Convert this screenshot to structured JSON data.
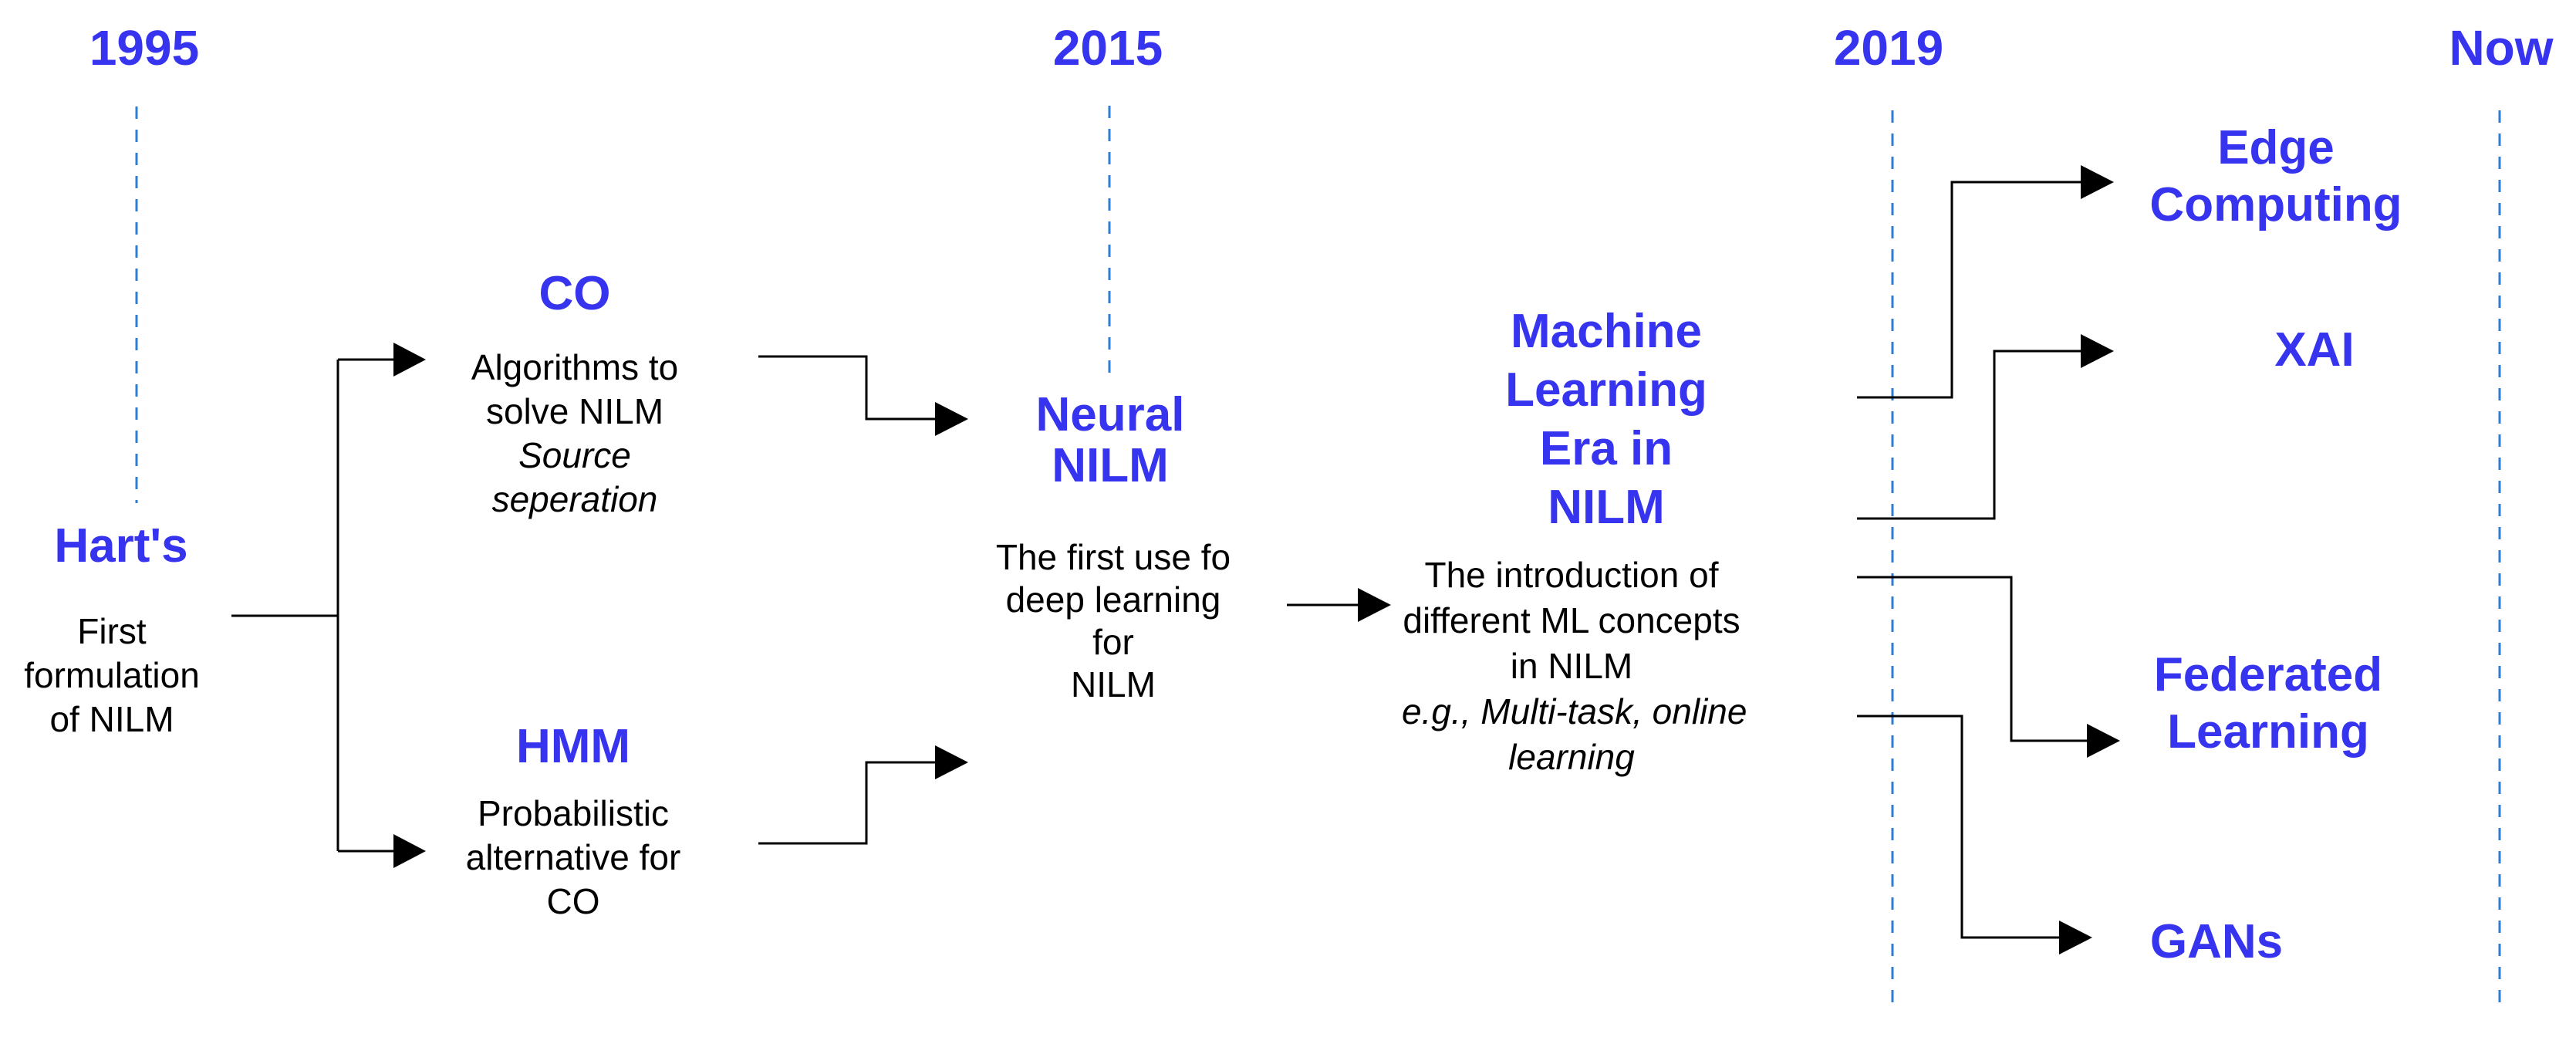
{
  "colors": {
    "accent_blue": "#3634EE",
    "timeline_dash_blue": "#2D7DD2",
    "connector_black": "#000000"
  },
  "timeline": {
    "markers": [
      {
        "label": "1995"
      },
      {
        "label": "2015"
      },
      {
        "label": "2019"
      },
      {
        "label": "Now"
      }
    ]
  },
  "nodes": {
    "hart": {
      "title": "Hart's",
      "desc": [
        "First",
        "formulation",
        "of NILM"
      ]
    },
    "co": {
      "title": "CO",
      "desc": [
        "Algorithms to",
        "solve NILM"
      ],
      "desc_italic": [
        "Source",
        "seperation"
      ]
    },
    "hmm": {
      "title": "HMM",
      "desc": [
        "Probabilistic",
        "alternative for",
        "CO"
      ]
    },
    "neural": {
      "title_lines": [
        "Neural",
        "NILM"
      ],
      "desc": [
        "The first use fo",
        "deep learning",
        "for",
        "NILM"
      ]
    },
    "ml_era": {
      "title_lines": [
        "Machine",
        "Learning",
        "Era in",
        "NILM"
      ],
      "desc": [
        "The introduction of",
        "different ML concepts",
        "in NILM"
      ],
      "desc_italic": [
        "e.g., Multi-task, online",
        "learning"
      ]
    },
    "edge": {
      "title_lines": [
        "Edge",
        "Computing"
      ]
    },
    "xai": {
      "title": "XAI"
    },
    "federated": {
      "title_lines": [
        "Federated",
        "Learning"
      ]
    },
    "gans": {
      "title": "GANs"
    }
  }
}
